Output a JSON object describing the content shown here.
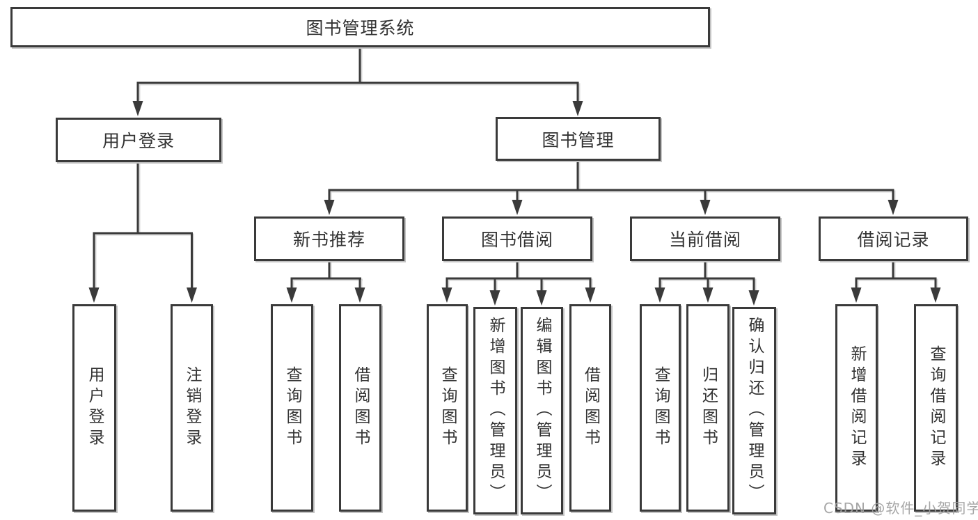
{
  "colors": {
    "line": "#3a3a3a",
    "box_border": "#3a3a3a",
    "text": "#333333",
    "shadow": "#c4c4c4",
    "watermark": "#9e9e9e",
    "background": "#ffffff"
  },
  "tree": {
    "root": {
      "label": "图书管理系统"
    },
    "branches": [
      {
        "label": "用户登录",
        "children": [
          {
            "label": "用户登录"
          },
          {
            "label": "注销登录"
          }
        ]
      },
      {
        "label": "图书管理",
        "sections": [
          {
            "label": "新书推荐",
            "children": [
              {
                "label": "查询图书"
              },
              {
                "label": "借阅图书"
              }
            ]
          },
          {
            "label": "图书借阅",
            "children": [
              {
                "label": "查询图书"
              },
              {
                "label": "新增图书（管理员）"
              },
              {
                "label": "编辑图书（管理员）"
              },
              {
                "label": "借阅图书"
              }
            ]
          },
          {
            "label": "当前借阅",
            "children": [
              {
                "label": "查询图书"
              },
              {
                "label": "归还图书"
              },
              {
                "label": "确认归还（管理员）"
              }
            ]
          },
          {
            "label": "借阅记录",
            "children": [
              {
                "label": "新增借阅记录"
              },
              {
                "label": "查询借阅记录"
              }
            ]
          }
        ]
      }
    ]
  },
  "watermark": {
    "text": "CSDN @软件_小贺同学"
  }
}
